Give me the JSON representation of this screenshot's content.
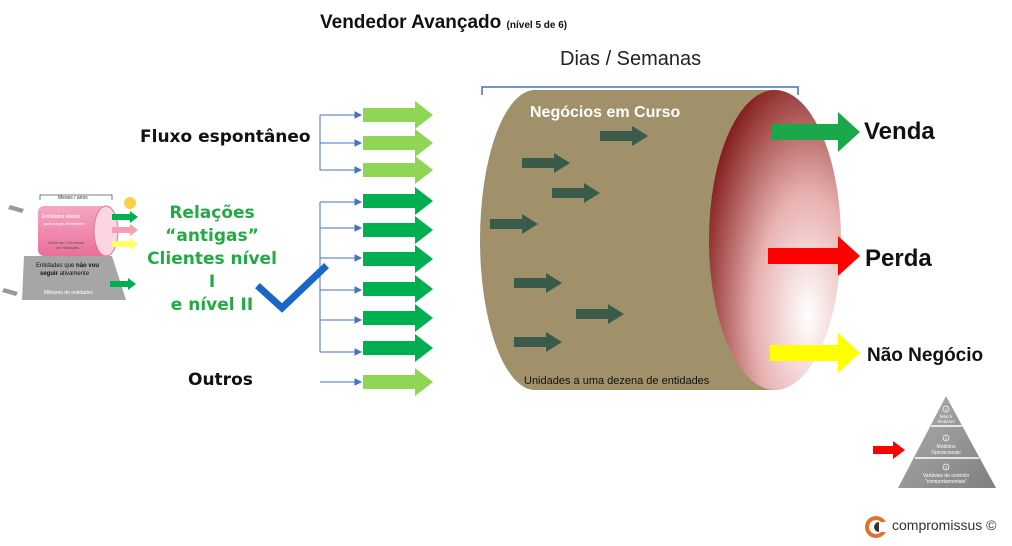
{
  "title": {
    "main": "Vendedor Avançado",
    "sub": "(nível 5 de 6)"
  },
  "period_label": "Dias / Semanas",
  "pipeline": {
    "title": "Negócios em Curso",
    "caption": "Unidades a uma dezena de entidades"
  },
  "sources": {
    "spontaneous": "Fluxo espontâneo",
    "relations_lines": [
      "Relações",
      "“antigas”",
      "Clientes nível I",
      "e nível II"
    ],
    "others": "Outros"
  },
  "outcomes": {
    "sale": "Venda",
    "loss": "Perda",
    "no_deal": "Não Negócio"
  },
  "thumbnail": {
    "top_label": "Meses / anos",
    "elected": "Entidades eleitas",
    "elected_sub": "para seguir ativamente",
    "mid": "Dezenas / Centenas",
    "mid2": "de entidades",
    "not_follow_1": "Entidades que",
    "not_follow_bold": "não vou",
    "not_follow_2": "seguir",
    "not_follow_3": "ativamente",
    "base": "Milhares de entidades"
  },
  "pyramid": {
    "levels": [
      {
        "num": "1",
        "l1": "Macro",
        "l2": "Modelos"
      },
      {
        "num": "2",
        "l1": "Modelos",
        "l2": "Operacionais"
      },
      {
        "num": "3",
        "l1": "Variáveis de controlo",
        "l2": "“comportamentais”"
      }
    ]
  },
  "brand": "compromissus ©",
  "colors": {
    "cylinder": "#a0916a",
    "arrow_dark": "#3a5a4a",
    "arrow_light": "#8ed653",
    "arrow_green": "#00b050",
    "sale": "#1aa84b",
    "loss": "#ff0000",
    "no_deal": "#ffff00",
    "relations_text": "#22aa44",
    "check": "#1a66c8",
    "connector": "#4472c4"
  }
}
